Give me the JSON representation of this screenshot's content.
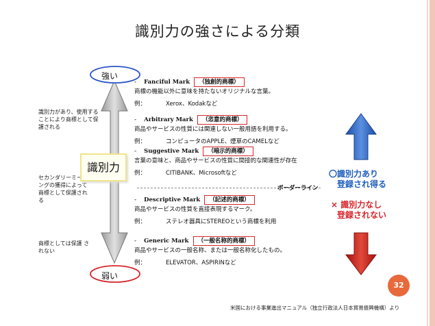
{
  "title": "識別力の強さによる分類",
  "scale": {
    "strong": "強い",
    "weak": "弱い",
    "axis_label": "識別力"
  },
  "side_notes": [
    "識別力があり、使用することにより商標として保護される",
    "セカンダリーミーニングの獲得によって商標として保護される",
    "商標としては保護 されない"
  ],
  "marks": [
    {
      "name": "Fanciful Mark",
      "tag": "（独創的商標）",
      "desc": "商標の機能以外に意味を持たないオリジナルな言葉。",
      "ex_label": "例：",
      "ex": "Xerox、Kodakなど"
    },
    {
      "name": "Arbitrary  Mark",
      "tag": "（恣意的商標）",
      "desc": "商品やサービスの性質には関連しない一般用語を利用する。",
      "ex_label": "例：",
      "ex": "コンピュータのAPPLE、煙草のCAMELなど"
    },
    {
      "name": "Suggestive Mark",
      "tag": "（暗示的商標）",
      "desc": "言葉の意味と、商品やサービスの性質に間接的な関連性が存在",
      "ex_label": "例：",
      "ex": "CITIBANK、Microsoftなど"
    },
    {
      "name": "Descriptive Mark",
      "tag": "（記述的商標）",
      "desc": "商品やサービスの性質を直接表現するマーク。",
      "ex_label": "例：",
      "ex": "ステレオ器具にSTEREOという商標を利用"
    },
    {
      "name": "Generic Mark",
      "tag": "（一般名称的商標）",
      "desc": "商品やサービスの一般名称、または一般名称化したもの。",
      "ex_label": "例：",
      "ex": "ELEVATOR、ASPIRINなど"
    }
  ],
  "borderline": "ボーダーライン",
  "right_labels": {
    "yes_line1": "〇識別力あり",
    "yes_line2": "登録され得る",
    "no_line1": "× 識別力なし",
    "no_line2": "登録されない"
  },
  "colors": {
    "blue": "#1f5fbd",
    "red": "#d6262b",
    "accent": "#e86a3c"
  },
  "page_number": "32",
  "source": "米国における事業進出マニュアル（独立行政法人日本貿易振興機構）より"
}
